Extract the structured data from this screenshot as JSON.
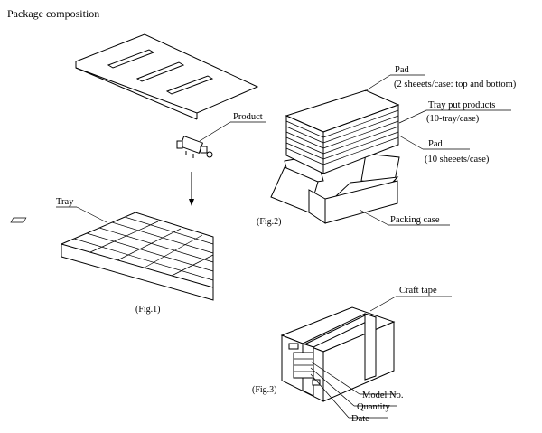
{
  "title": "Package composition",
  "fig1": {
    "label": "(Fig.1)",
    "product_label": "Product",
    "tray_label": "Tray"
  },
  "fig2": {
    "label": "(Fig.2)",
    "pad_top_label": "Pad",
    "pad_top_detail": "(2 sheeets/case: top and bottom)",
    "tray_label": "Tray put products",
    "tray_detail": "(10-tray/case)",
    "pad_label": "Pad",
    "pad_detail": "(10 sheeets/case)",
    "case_label": "Packing case"
  },
  "fig3": {
    "label": "(Fig.3)",
    "tape_label": "Craft tape",
    "model_label": "Model No.",
    "quantity_label": "Quantity",
    "date_label": "Date"
  }
}
